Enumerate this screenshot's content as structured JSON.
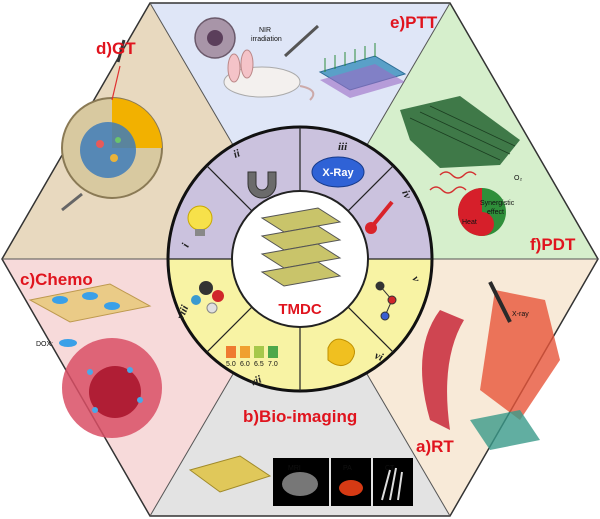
{
  "segments": {
    "ptt": "e)PTT",
    "gt": "d)GT",
    "pdt": "f)PDT",
    "chemo": "c)Chemo",
    "rt": "a)RT",
    "bioimaging": "b)Bio-imaging"
  },
  "center": {
    "label": "TMDC"
  },
  "ring": {
    "i": "i",
    "ii": "ii",
    "iii": "iii",
    "iv": "iv",
    "v": "v",
    "vi": "vi",
    "vii": "vii",
    "viii": "viii"
  },
  "inner_items": {
    "xray": "X-Ray"
  },
  "ptt": {
    "nir": "NIR",
    "irradiation": "irradiation"
  },
  "chemo": {
    "dox": "DOX:"
  },
  "rt": {
    "xray": "X-ray"
  },
  "pdt": {
    "synergistic": "Synergistic",
    "effect": "effect",
    "heat": "Heat",
    "o2": "O₂"
  },
  "imaging": {
    "mri": "MRI",
    "pa": "PA",
    "ct": "CT"
  },
  "ph_scale": [
    "5.0",
    "6.0",
    "6.5",
    "7.0"
  ],
  "colors": {
    "ptt_bg": "#dfe6f7",
    "gt_bg": "#e8d9bf",
    "pdt_bg": "#d6efcc",
    "chemo_bg": "#f7dada",
    "rt_bg": "#f8ead8",
    "bio_bg": "#e3e3e3",
    "ring_top": "#cbc2de",
    "ring_bottom": "#f8f3a4",
    "label_red": "#e0141e"
  }
}
